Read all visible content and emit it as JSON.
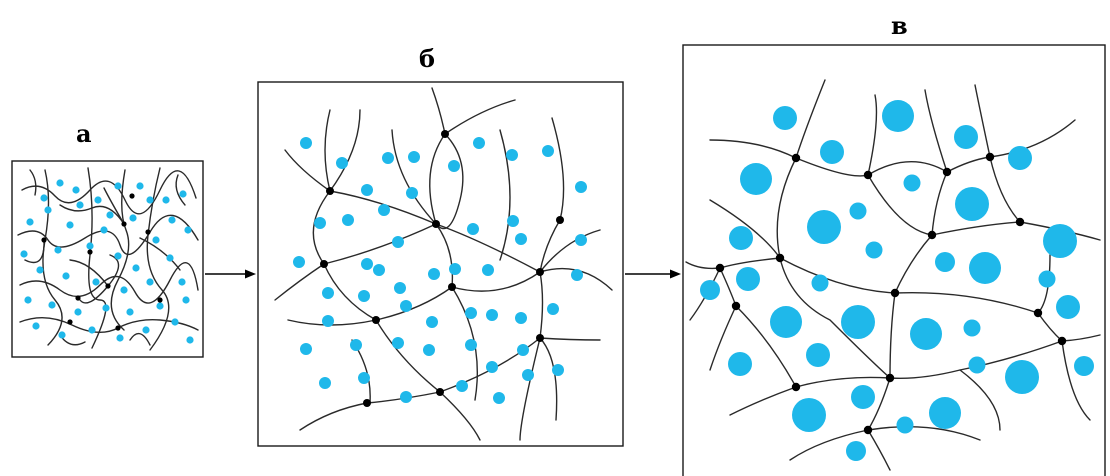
{
  "panels": [
    {
      "id": "a",
      "label": "а"
    },
    {
      "id": "b",
      "label": "б"
    },
    {
      "id": "c",
      "label": "в"
    }
  ],
  "colors": {
    "particle": "#1fb8ea",
    "crosslink": "#000000",
    "chain": "#2a2a2a"
  }
}
